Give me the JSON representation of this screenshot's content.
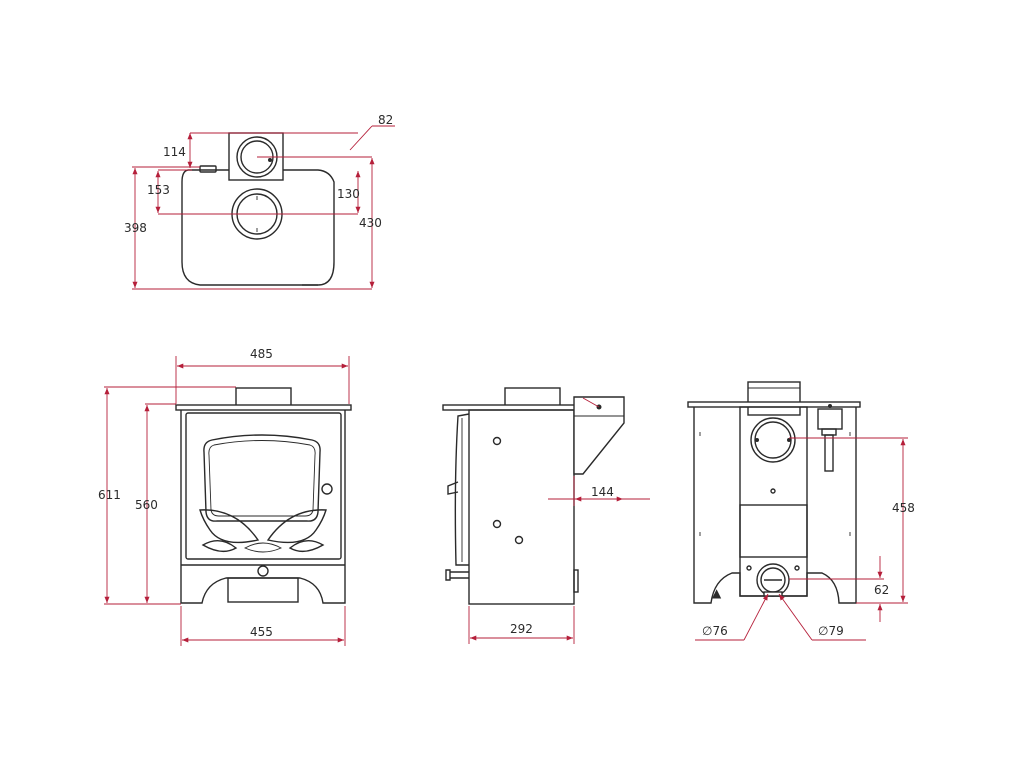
{
  "top_view": {
    "dim_82": "82",
    "dim_114": "114",
    "dim_153": "153",
    "dim_130": "130",
    "dim_398": "398",
    "dim_430": "430"
  },
  "front_view": {
    "dim_485": "485",
    "dim_611": "611",
    "dim_560": "560",
    "dim_455": "455"
  },
  "side_view": {
    "dim_144": "144",
    "dim_292": "292"
  },
  "rear_view": {
    "dim_458": "458",
    "dim_62": "62",
    "dim_dia76": "∅76",
    "dim_dia79": "∅79"
  },
  "colors": {
    "outline": "#2a2a2a",
    "dimension": "#b51f3a",
    "text": "#2b2b2b",
    "background": "#ffffff"
  }
}
